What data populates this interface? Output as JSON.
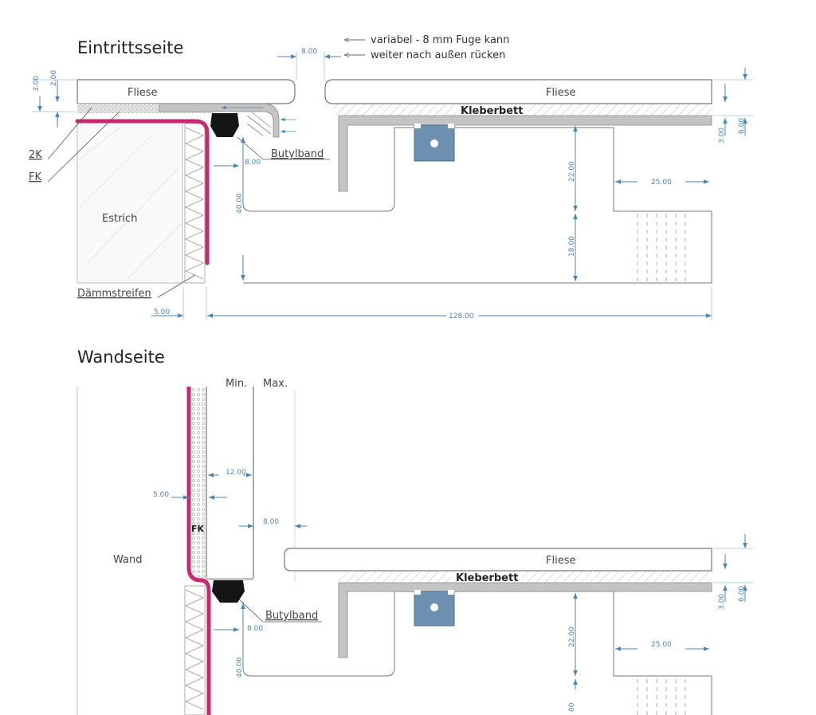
{
  "top": {
    "title": "Eintrittsseite",
    "note_line1": "variabel - 8 mm Fuge kann",
    "note_line2": "weiter nach außen rücken",
    "label_fliese_left": "Fliese",
    "label_fliese_right": "Fliese",
    "label_kleberbett": "Kleberbett",
    "label_butylband": "Butylband",
    "label_2k": "2K",
    "label_fk": "FK",
    "label_estrich": "Estrich",
    "label_daemmstreifen": "Dämmstreifen",
    "dims": {
      "d300": "3.00",
      "d200": "2.00",
      "d800_top": "8.00",
      "d800_mid": "8.00",
      "d4000": "40.00",
      "d2200": "22.00",
      "d1800": "18.00",
      "d2500": "25.00",
      "d300r": "3.00",
      "d600r": "6.00",
      "d500": "5.00",
      "d12800": "128.00"
    }
  },
  "bottom": {
    "title": "Wandseite",
    "label_min": "Min.",
    "label_max": "Max.",
    "label_wand": "Wand",
    "label_fk": "FK",
    "label_fliese": "Fliese",
    "label_kleberbett": "Kleberbett",
    "label_butylband": "Butylband",
    "dims": {
      "d1200": "12.00",
      "d500": "5.00",
      "d800_a": "8.00",
      "d800_b": "8.00",
      "d4000": "40.00",
      "d2200": "22.00",
      "d2500": "25.00",
      "d300r": "3.00",
      "d600r": "6.00",
      "d00": "00"
    }
  },
  "colors": {
    "membrane": "#c8286e",
    "dimension": "#4a86b5",
    "profile": "#c4c4c4",
    "anchor": "#6d8fb0",
    "outline": "#666666"
  }
}
